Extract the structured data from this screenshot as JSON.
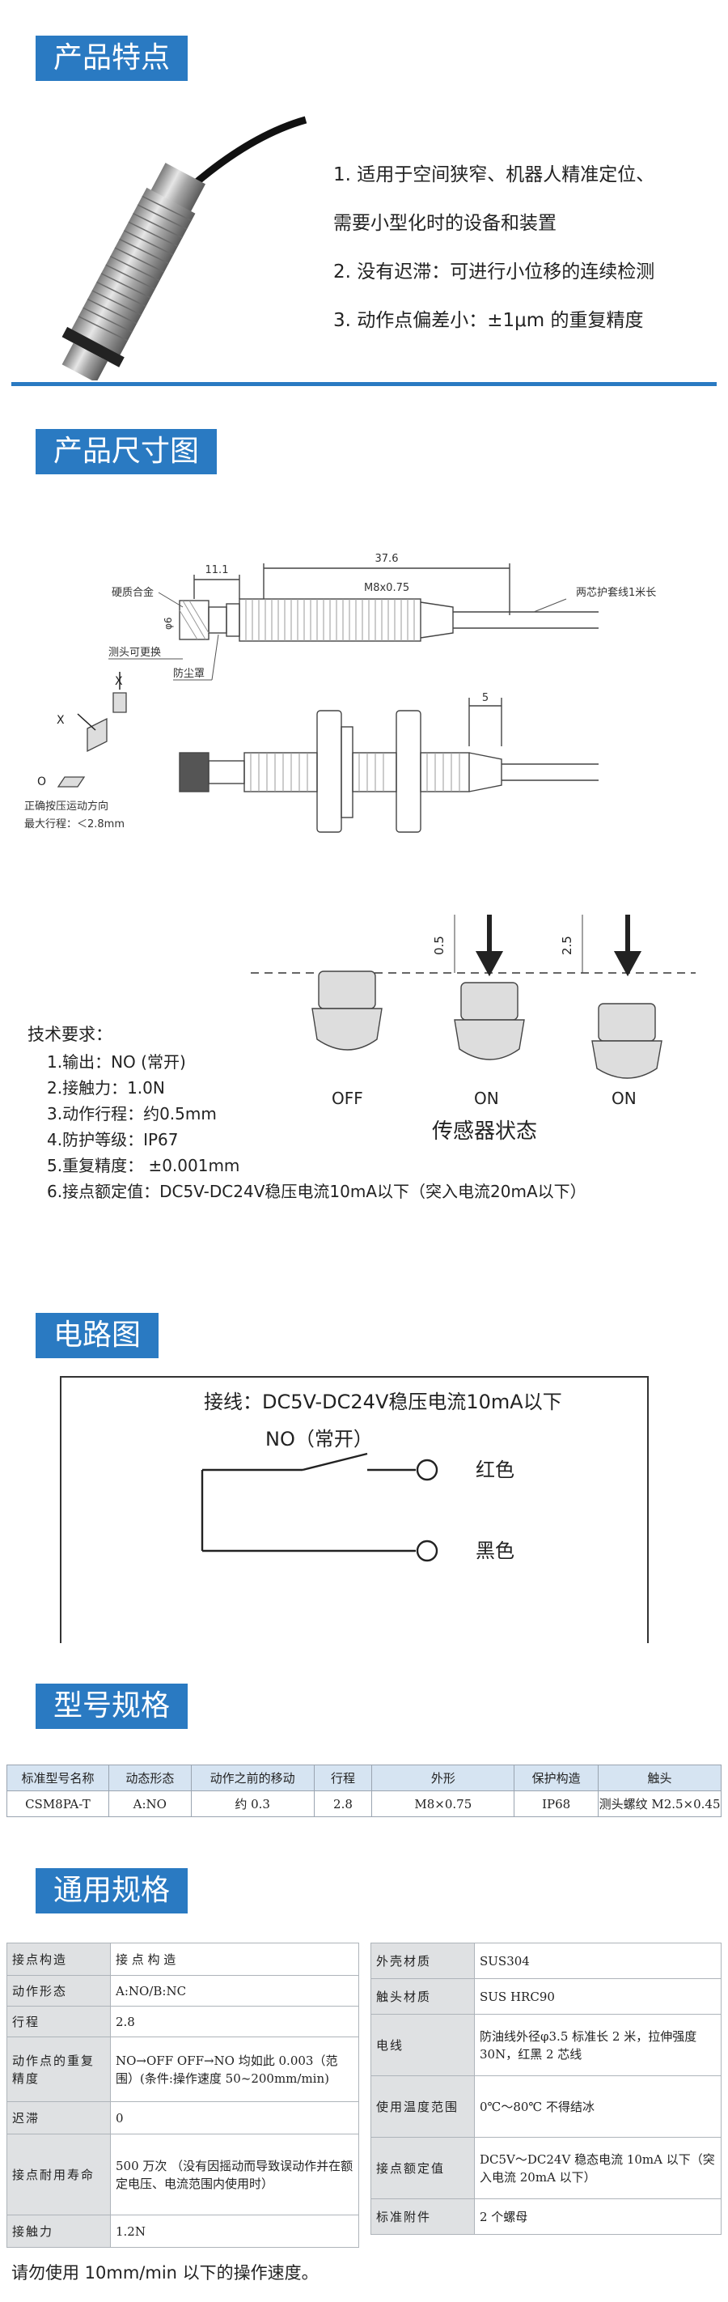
{
  "sections": {
    "features": "产品特点",
    "dimensions": "产品尺寸图",
    "circuit": "电路图",
    "model": "型号规格",
    "general": "通用规格"
  },
  "features": [
    "1. 适用于空间狭窄、机器人精准定位、",
    "需要小型化时的设备和装置",
    "2. 没有迟滞：可进行小位移的连续检测",
    "3. 动作点偏差小：±1μm 的重复精度"
  ],
  "drawing": {
    "dim_11": "11.1",
    "dim_37": "37.6",
    "thread": "M8x0.75",
    "cable": "两芯护套线1米长",
    "tip_alloy": "硬质合金",
    "diameter": "φ6",
    "tip_replace": "测头可更换",
    "dust": "防尘罩",
    "dim_5": "5",
    "axis_x1": "X",
    "axis_x2": "X",
    "axis_o": "O",
    "press_dir": "正确按压运动方向",
    "max_stroke": "最大行程：＜2.8mm",
    "s_05": "0.5",
    "s_25": "2.5",
    "state_off": "OFF",
    "state_on1": "ON",
    "state_on2": "ON",
    "state_title": "传感器状态"
  },
  "tech": {
    "title": "技术要求：",
    "items": [
      "1.输出：NO (常开)",
      "2.接触力：1.0N",
      "3.动作行程：约0.5mm",
      "4.防护等级：IP67",
      "5.重复精度：  ±0.001mm",
      "6.接点额定值：DC5V-DC24V稳压电流10mA以下（突入电流20mA以下）"
    ]
  },
  "circuit": {
    "wiring": "接线：DC5V-DC24V稳压电流10mA以下",
    "no": "NO（常开）",
    "red": "红色",
    "black": "黑色"
  },
  "model_table": {
    "headers": [
      "标准型号名称",
      "动态形态",
      "动作之前的移动",
      "行程",
      "外形",
      "保护构造",
      "触头"
    ],
    "row": [
      "CSM8PA-T",
      "A:NO",
      "约 0.3",
      "2.8",
      "M8×0.75",
      "IP68",
      "测头螺纹 M2.5×0.45"
    ]
  },
  "general_left": [
    [
      "接点构造",
      "接 点 构 造"
    ],
    [
      "动作形态",
      "A:NO/B:NC"
    ],
    [
      "行程",
      "2.8"
    ],
    [
      "动作点的重复精度",
      "NO→OFF OFF→NO 均如此 0.003（范围）(条件:操作速度 50~200mm/min)"
    ],
    [
      "迟滞",
      "0"
    ],
    [
      "接点耐用寿命",
      "500 万次 （没有因摇动而导致误动作并在额定电压、电流范围内使用时）"
    ],
    [
      "接触力",
      "1.2N"
    ]
  ],
  "general_right": [
    [
      "外壳材质",
      "SUS304"
    ],
    [
      "触头材质",
      "SUS HRC90"
    ],
    [
      "电线",
      "防油线外径φ3.5 标准长 2 米，拉伸强度 30N，红黑 2 芯线"
    ],
    [
      "使用温度范围",
      "0℃～80℃ 不得结冰"
    ],
    [
      "接点额定值",
      "DC5V～DC24V 稳态电流 10mA 以下（突入电流 20mA 以下）"
    ],
    [
      "标准附件",
      "2 个螺母"
    ]
  ],
  "footer": "请勿使用 10mm/min 以下的操作速度。",
  "colors": {
    "accent": "#2a7ac2"
  }
}
